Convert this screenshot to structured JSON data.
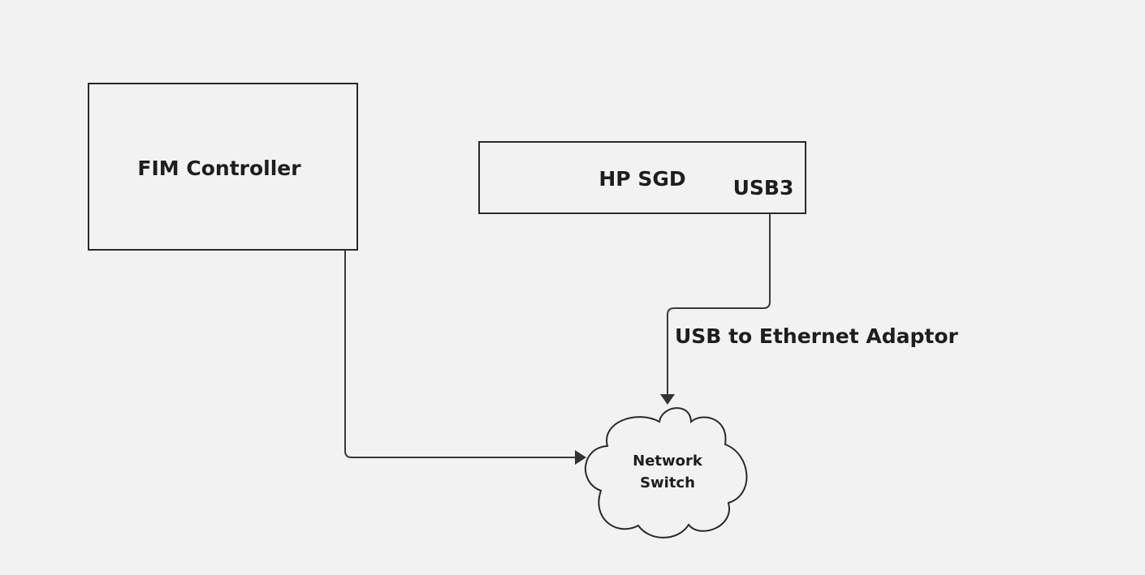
{
  "nodes": {
    "fim_controller": {
      "label": "FIM Controller"
    },
    "hp_sgd": {
      "label": "HP SGD",
      "port_label": "USB3"
    },
    "network_switch": {
      "label_line1": "Network",
      "label_line2": "Switch"
    }
  },
  "edges": {
    "sgd_to_switch": {
      "label": "USB to Ethernet Adaptor"
    },
    "fim_to_switch": {
      "label": ""
    }
  },
  "colors": {
    "background": "#f2f2f2",
    "stroke": "#2a2a2a",
    "text": "#1e1e1e"
  }
}
